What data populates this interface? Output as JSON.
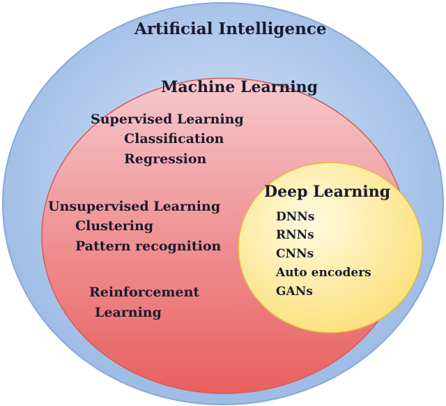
{
  "diagram": {
    "type": "nested-circles",
    "outer": {
      "title": "Artificial Intelligence",
      "fill": "#9fbce6",
      "edge": "#7aa0d6"
    },
    "middle": {
      "title": "Machine Learning",
      "fill": "#ee6a6a",
      "edge": "#d24a4a",
      "groups": [
        {
          "lines": [
            "Supervised Learning",
            "Classification",
            "Regression"
          ]
        },
        {
          "lines": [
            "Unsupervised Learning",
            "Clustering",
            "Pattern recognition"
          ]
        },
        {
          "lines": [
            "Reinforcement",
            "Learning"
          ]
        }
      ]
    },
    "inner": {
      "title": "Deep Learning",
      "fill": "#fbe58a",
      "edge": "#e8c24a",
      "items": [
        "DNNs",
        "RNNs",
        "CNNs",
        "Auto encoders",
        "GANs"
      ]
    }
  }
}
